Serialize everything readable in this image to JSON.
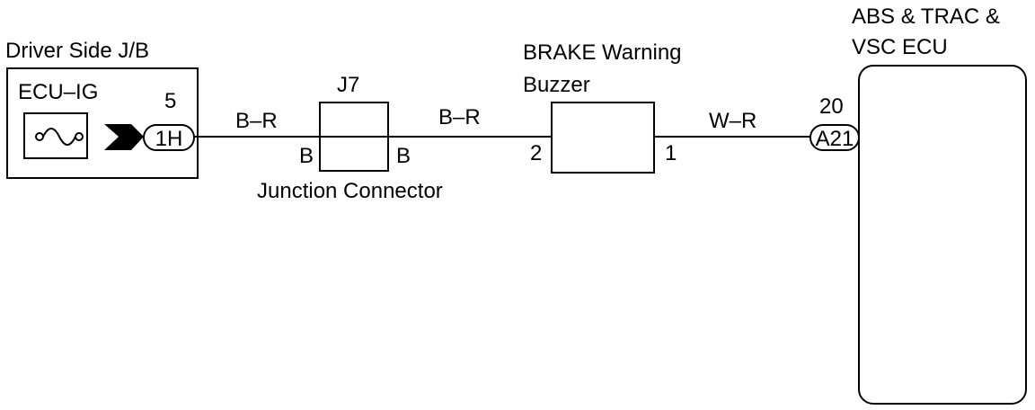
{
  "jb": {
    "title": "Driver Side J/B",
    "fuse_label": "ECU–IG",
    "pin": "5",
    "connector": "1H",
    "fuse_icon": "fuse-icon",
    "arrow_icon": "connector-arrow-icon"
  },
  "wires": {
    "wire1_color": "B–R",
    "wire2_color": "B–R",
    "wire3_color": "W–R"
  },
  "junction": {
    "id": "J7",
    "name": "Junction Connector",
    "left_pin": "B",
    "right_pin": "B"
  },
  "buzzer": {
    "title_line1": "BRAKE Warning",
    "title_line2": "Buzzer",
    "pin_in": "2",
    "pin_out": "1"
  },
  "ecu": {
    "title_line1": "ABS & TRAC &",
    "title_line2": "VSC ECU",
    "pin": "20",
    "connector": "A21"
  }
}
